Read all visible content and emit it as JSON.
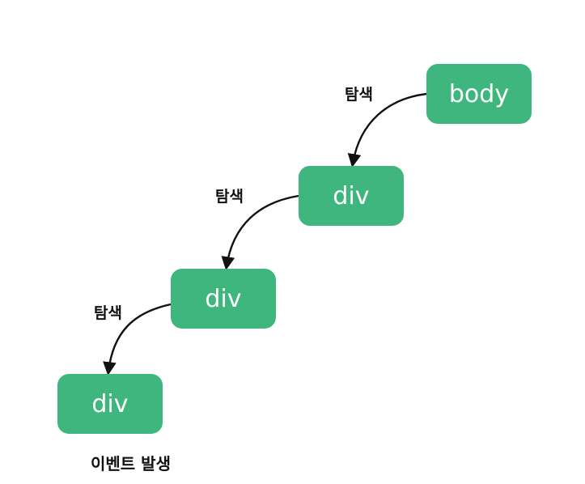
{
  "nodes": [
    {
      "label": "body"
    },
    {
      "label": "div"
    },
    {
      "label": "div"
    },
    {
      "label": "div"
    }
  ],
  "edges": [
    {
      "label": "탐색"
    },
    {
      "label": "탐색"
    },
    {
      "label": "탐색"
    }
  ],
  "caption": "이벤트 발생",
  "colors": {
    "node_fill": "#3fb67d",
    "node_text": "#ffffff",
    "arrow": "#111111"
  }
}
